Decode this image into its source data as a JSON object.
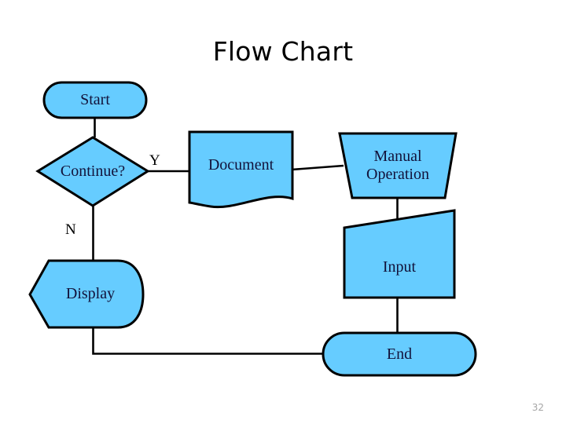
{
  "slide": {
    "title": "Flow Chart",
    "page_number": "32",
    "background_color": "#ffffff"
  },
  "style": {
    "shape_fill": "#66ccff",
    "shape_stroke": "#000000",
    "label_color": "#12123a",
    "connector_color": "#000000",
    "page_number_color": "#a6a6a6"
  },
  "flowchart": {
    "nodes": [
      {
        "id": "start",
        "label": "Start",
        "shape": "terminator"
      },
      {
        "id": "continue",
        "label": "Continue?",
        "shape": "decision"
      },
      {
        "id": "document",
        "label": "Document",
        "shape": "document"
      },
      {
        "id": "manual-operation",
        "label": "Manual Operation",
        "line1": "Manual",
        "line2": "Operation",
        "shape": "manual-operation"
      },
      {
        "id": "input",
        "label": "Input",
        "shape": "input-data"
      },
      {
        "id": "display",
        "label": "Display",
        "shape": "display"
      },
      {
        "id": "end",
        "label": "End",
        "shape": "terminator"
      }
    ],
    "edges": [
      {
        "from": "start",
        "to": "continue",
        "label": ""
      },
      {
        "from": "continue",
        "to": "document",
        "label": "Y"
      },
      {
        "from": "continue",
        "to": "display",
        "label": "N"
      },
      {
        "from": "document",
        "to": "manual-operation",
        "label": ""
      },
      {
        "from": "manual-operation",
        "to": "input",
        "label": ""
      },
      {
        "from": "input",
        "to": "end",
        "label": ""
      },
      {
        "from": "display",
        "to": "end",
        "label": ""
      }
    ],
    "edge_labels": {
      "yes": "Y",
      "no": "N"
    }
  }
}
